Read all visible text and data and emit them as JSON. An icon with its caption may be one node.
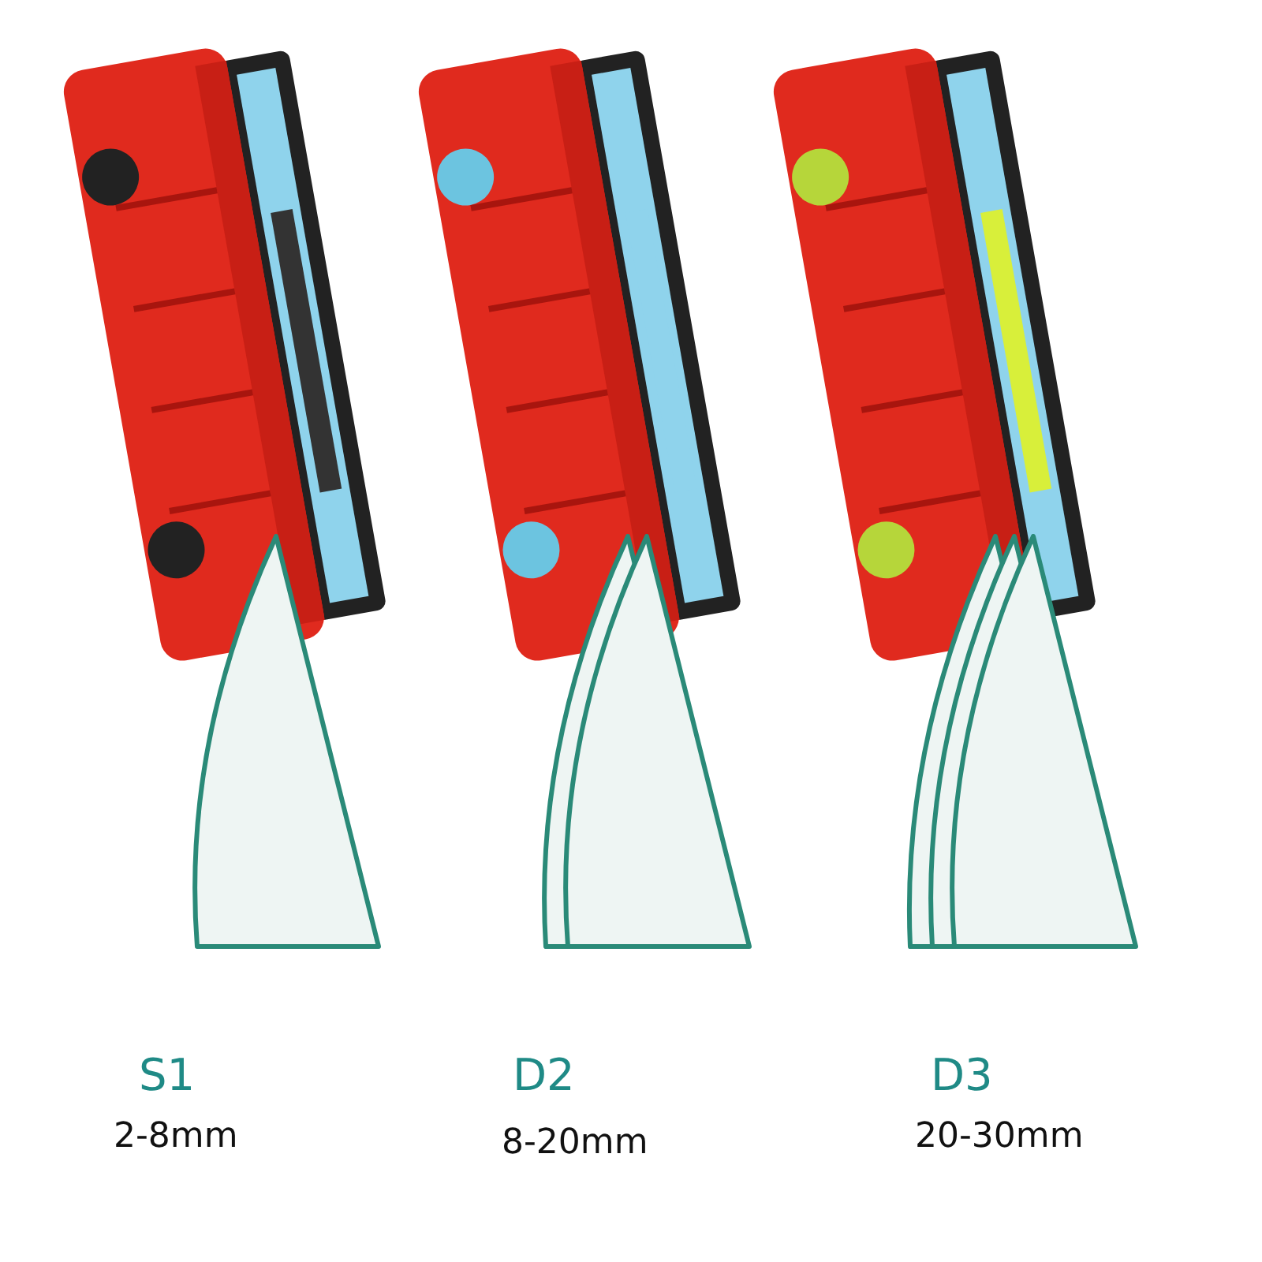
{
  "diagram": {
    "labels": [
      "S1",
      "2-8mm",
      "D2",
      "8-20mm",
      "D3",
      "20-30mm"
    ]
  }
}
